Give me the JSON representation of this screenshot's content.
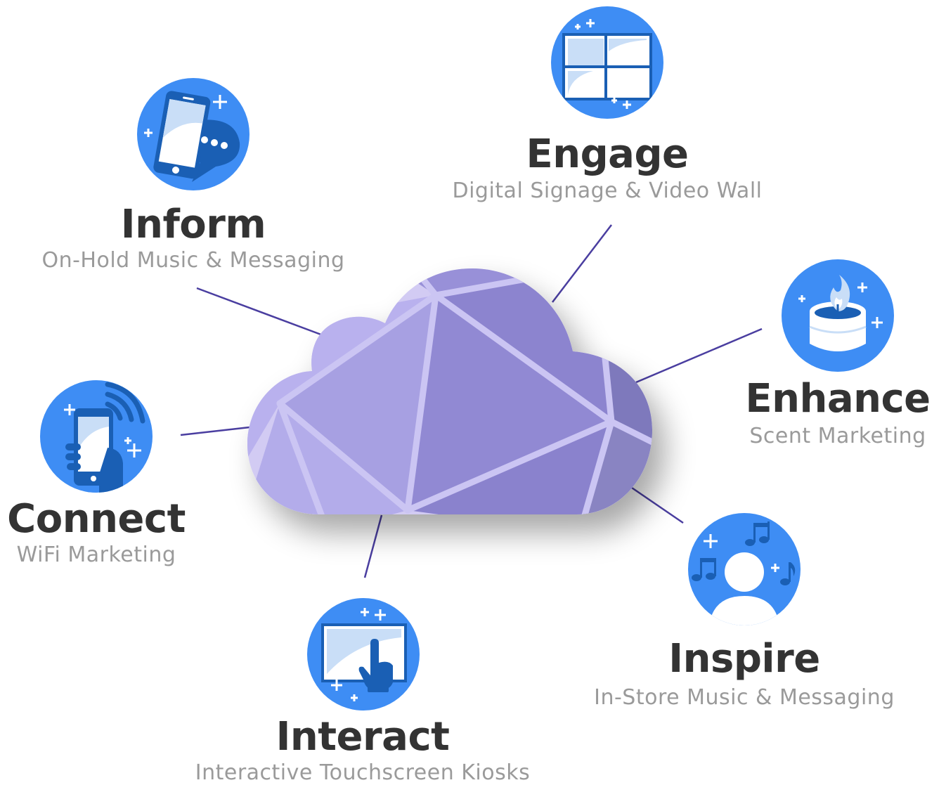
{
  "colors": {
    "icon_blue": "#3e8df4",
    "icon_dark_blue": "#1a5fb4",
    "connector": "#4a3ea0",
    "cloud_light": "#d2cbf3",
    "cloud_mid": "#a7a0e2",
    "cloud_dark": "#8380c8",
    "title_text": "#333333",
    "subtitle_text": "#9a9a9a"
  },
  "nodes": {
    "engage": {
      "title": "Engage",
      "subtitle": "Digital Signage & Video Wall",
      "icon": "video-wall-icon"
    },
    "inform": {
      "title": "Inform",
      "subtitle": "On-Hold Music & Messaging",
      "icon": "phone-message-icon"
    },
    "enhance": {
      "title": "Enhance",
      "subtitle": "Scent Marketing",
      "icon": "candle-icon"
    },
    "connect": {
      "title": "Connect",
      "subtitle": "WiFi Marketing",
      "icon": "wifi-phone-icon"
    },
    "inspire": {
      "title": "Inspire",
      "subtitle": "In-Store Music & Messaging",
      "icon": "music-person-icon"
    },
    "interact": {
      "title": "Interact",
      "subtitle": "Interactive Touchscreen Kiosks",
      "icon": "touchscreen-icon"
    }
  }
}
